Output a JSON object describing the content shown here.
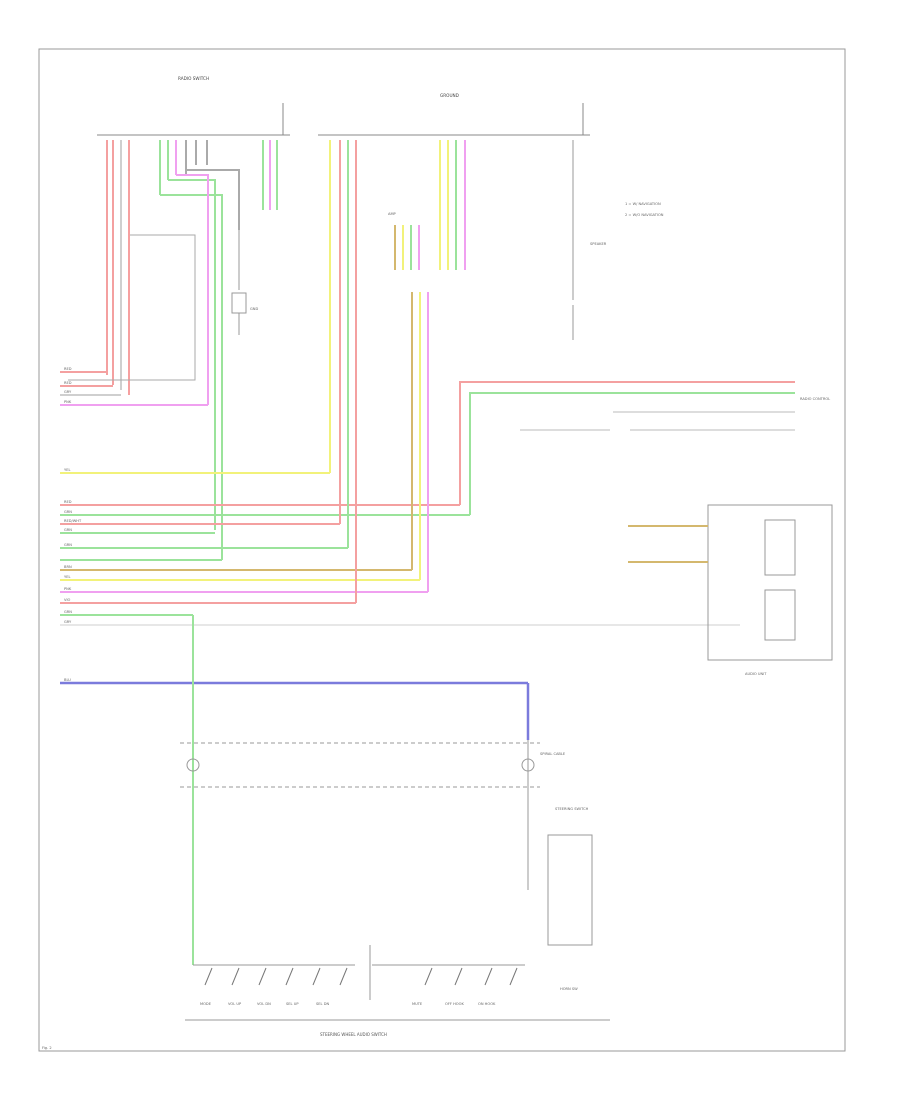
{
  "diagram": {
    "footer_label": "STEERING WHEEL AUDIO SWITCH",
    "corner_label": "Fig. 2",
    "wire_labels": {
      "radio_red_1": "RED",
      "radio_red_2": "RED",
      "radio_gray": "GRY",
      "radio_pink": "PNK",
      "yellow_long": "YEL",
      "red_3": "RED",
      "green_1": "GRN",
      "red_wht": "RED/WHT",
      "green_2": "GRN",
      "green_3": "GRN",
      "brn": "BRN",
      "yel_2": "YEL",
      "pnk_2": "PNK",
      "vio": "VIO",
      "green_4": "GRN",
      "gray_2": "GRY",
      "blue": "BLU"
    },
    "components": {
      "radio_top": "RADIO SWITCH",
      "center_top": "GROUND",
      "amp_box": "AMP",
      "speaker_top": "SPEAKER",
      "ground_point_1": "GND",
      "notes_1": "1 = W/ NAVIGATION",
      "notes_2": "2 = W/O NAVIGATION",
      "right_connector": "RADIO CONTROL",
      "steering_conn": "STEERING SWITCH",
      "cable_reel": "SPIRAL CABLE",
      "box_right": "AUDIO UNIT",
      "switch_labels": [
        "MODE",
        "VOL UP",
        "VOL DN",
        "SEL UP",
        "SEL DN",
        "MUTE",
        "OFF HOOK",
        "ON HOOK"
      ],
      "right_switch": "HORN SW"
    }
  }
}
